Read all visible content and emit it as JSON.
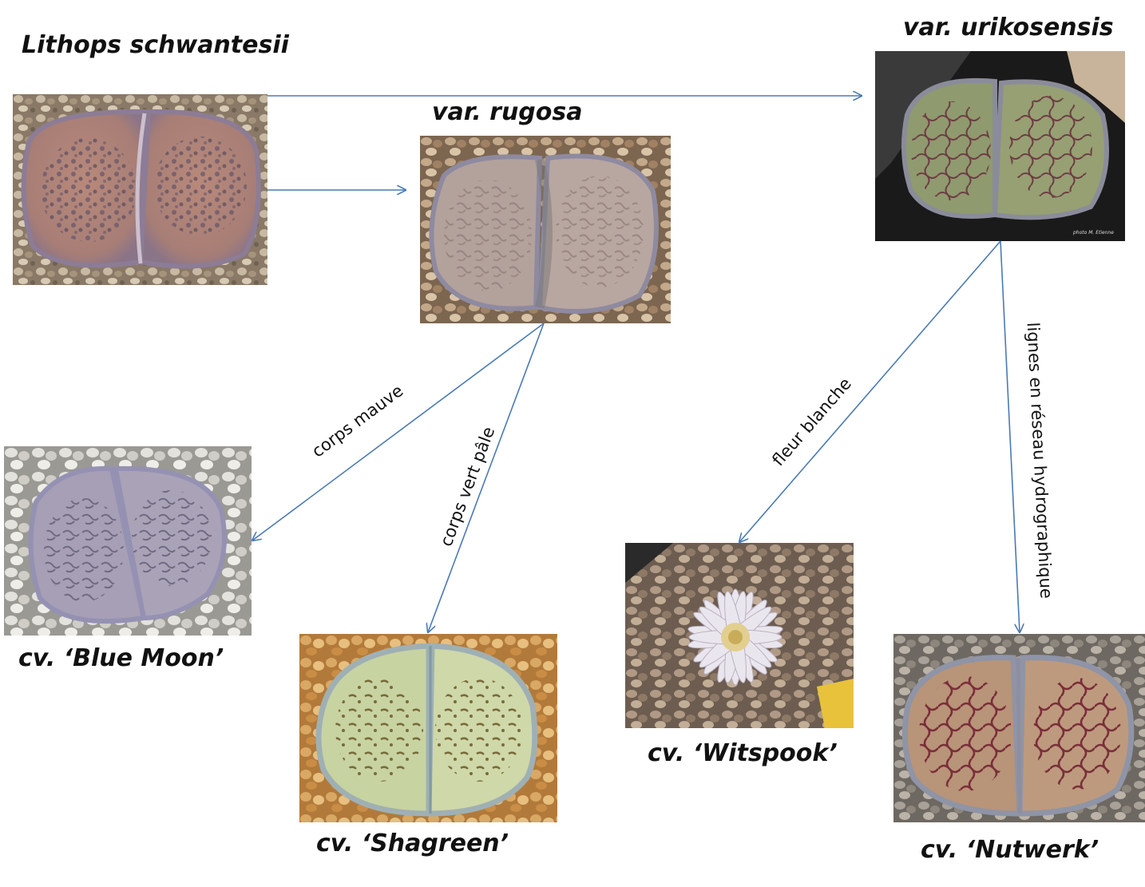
{
  "diagram": {
    "edge_color": "#4a7ab5",
    "nodes": [
      {
        "id": "schwantesii",
        "title": "Lithops schwantesii",
        "photo": "lithops-schwantesii-photo"
      },
      {
        "id": "rugosa",
        "title": "var. rugosa",
        "photo": "var-rugosa-photo"
      },
      {
        "id": "urikosensis",
        "title": "var. urikosensis",
        "photo": "var-urikosensis-photo",
        "credit": "photo M. Etienne"
      },
      {
        "id": "blue_moon",
        "title": "cv. ‘Blue Moon’",
        "photo": "cv-blue-moon-photo"
      },
      {
        "id": "shagreen",
        "title": "cv. ‘Shagreen’",
        "photo": "cv-shagreen-photo"
      },
      {
        "id": "witspook",
        "title": "cv. ‘Witspook’",
        "photo": "cv-witspook-photo"
      },
      {
        "id": "nutwerk",
        "title": "cv. ‘Nutwerk’",
        "photo": "cv-nutwerk-photo"
      }
    ],
    "edges": [
      {
        "from": "schwantesii",
        "to": "urikosensis",
        "label": ""
      },
      {
        "from": "schwantesii",
        "to": "rugosa",
        "label": ""
      },
      {
        "from": "rugosa",
        "to": "blue_moon",
        "label": "corps mauve"
      },
      {
        "from": "rugosa",
        "to": "shagreen",
        "label": "corps vert pâle"
      },
      {
        "from": "urikosensis",
        "to": "witspook",
        "label": "fleur blanche"
      },
      {
        "from": "urikosensis",
        "to": "nutwerk",
        "label": "lignes en réseau hydrographique"
      }
    ]
  }
}
